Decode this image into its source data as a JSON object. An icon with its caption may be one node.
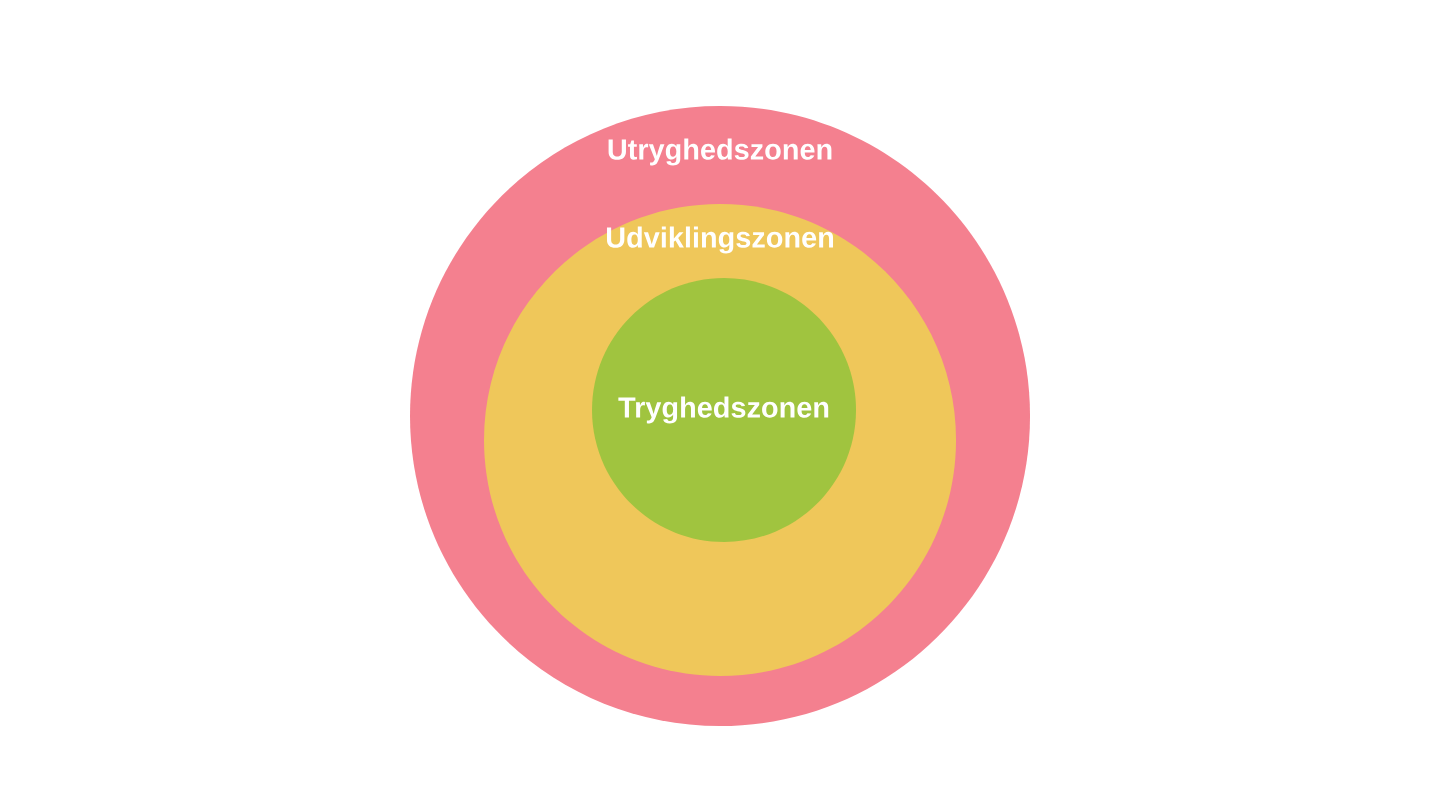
{
  "diagram": {
    "nodes": [
      {
        "text": [
          "Utryghedszonen"
        ]
      },
      {
        "text": [
          "Udviklingszonen"
        ],
        "in": 0
      },
      {
        "text": [
          "Tryghedszonen"
        ],
        "in": 1
      }
    ]
  }
}
